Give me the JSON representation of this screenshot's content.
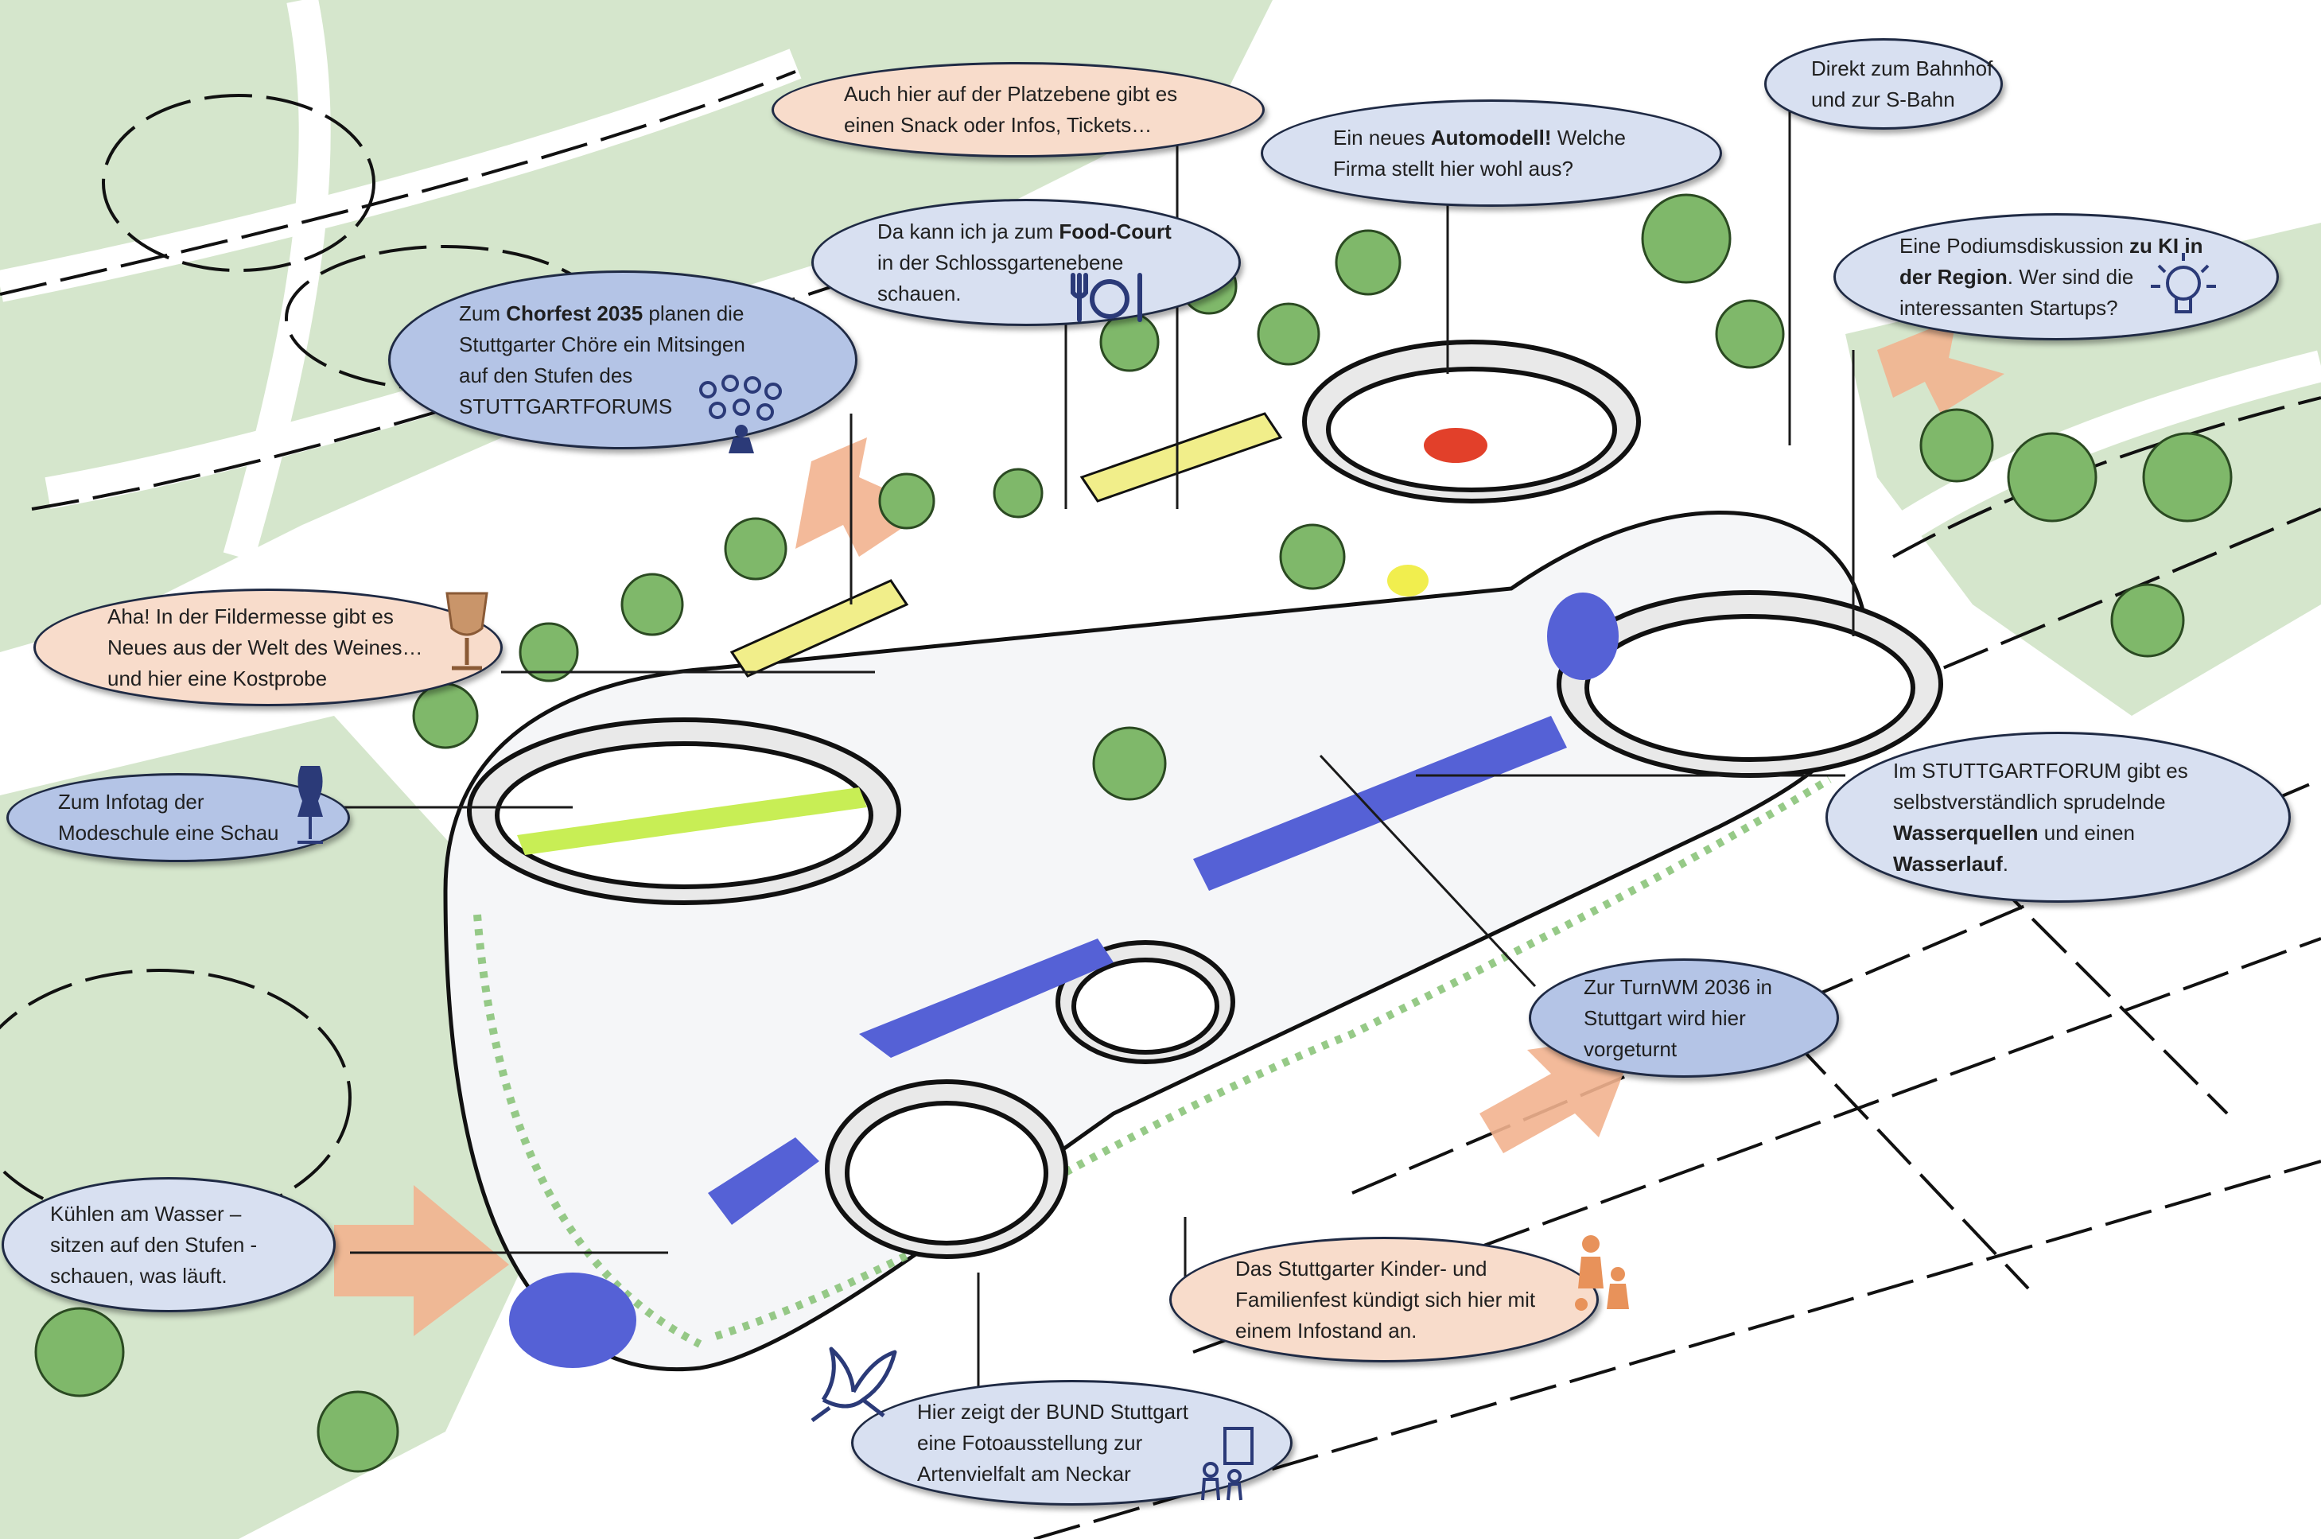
{
  "callouts": [
    {
      "id": "platzebene",
      "color": "peach",
      "line1": "Auch hier auf der Platzebene gibt es",
      "line2": "einen Snack oder Infos, Tickets…"
    },
    {
      "id": "foodcourt",
      "color": "blue",
      "pre": "Da kann ich ja zum ",
      "bold": "Food-Court",
      "line2": "in der Schlossgartenebene",
      "line3": "schauen."
    },
    {
      "id": "chorfest",
      "color": "blue2",
      "pre": "Zum ",
      "bold": "Chorfest 2035",
      "post": " planen die",
      "line2": "Stuttgarter Chöre ein Mitsingen",
      "line3": "auf den Stufen des",
      "line4": "STUTTGARTFORUMS"
    },
    {
      "id": "automodell",
      "color": "blue",
      "pre": "Ein neues ",
      "bold": "Automodell!",
      "post": " Welche",
      "line2": "Firma stellt hier wohl aus?"
    },
    {
      "id": "bahnhof",
      "color": "blue",
      "line1": "Direkt zum Bahnhof",
      "line2": "und zur S-Bahn"
    },
    {
      "id": "podium",
      "color": "blue",
      "pre": "Eine Podiumsdiskussion ",
      "bold": "zu KI in",
      "bold2": "der Region",
      "post2": ".  Wer sind die",
      "line3": "interessanten Startups?"
    },
    {
      "id": "fildermesse",
      "color": "peach",
      "line1": "Aha! In der Fildermesse gibt es",
      "line2": "Neues aus der Welt des Weines…",
      "line3": "und hier eine Kostprobe"
    },
    {
      "id": "modeschule",
      "color": "blue2",
      "line1": "Zum Infotag der",
      "line2": "Modeschule eine Schau"
    },
    {
      "id": "wasser",
      "color": "blue",
      "line1": "Im STUTTGARTFORUM gibt es",
      "line2": "selbstverständlich sprudelnde",
      "bold": "Wasserquellen",
      "post": " und einen",
      "bold2": "Wasserlauf",
      "post2": "."
    },
    {
      "id": "turnwm",
      "color": "blue2",
      "line1": "Zur TurnWM 2036 in",
      "line2": "Stuttgart wird hier",
      "line3": "vorgeturnt"
    },
    {
      "id": "kuehlen",
      "color": "blue",
      "line1": "Kühlen am Wasser –",
      "line2": "sitzen auf den Stufen -",
      "line3": "schauen, was läuft."
    },
    {
      "id": "kinderfest",
      "color": "peach",
      "line1": "Das Stuttgarter Kinder- und",
      "line2": "Familienfest kündigt sich hier mit",
      "line3": "einem Infostand an."
    },
    {
      "id": "bund",
      "color": "blue",
      "line1": "Hier zeigt der BUND Stuttgart",
      "line2": "eine Fotoausstellung zur",
      "line3": "Artenvielfalt am Neckar"
    }
  ],
  "icons": [
    "cutlery-icon",
    "choir-icon",
    "wine-glass-icon",
    "dress-form-icon",
    "lightbulb-icon",
    "family-icon",
    "bird-icon",
    "gallery-icon"
  ],
  "colors": {
    "bubble_blue": "#d8e0f1",
    "bubble_blue_dark": "#b4c4e6",
    "bubble_peach": "#f8dccb",
    "park_green": "#d5e6cc",
    "water_blue": "#5561d6",
    "arrow_peach": "#f2b38f",
    "tree_green": "#7fb86a"
  }
}
